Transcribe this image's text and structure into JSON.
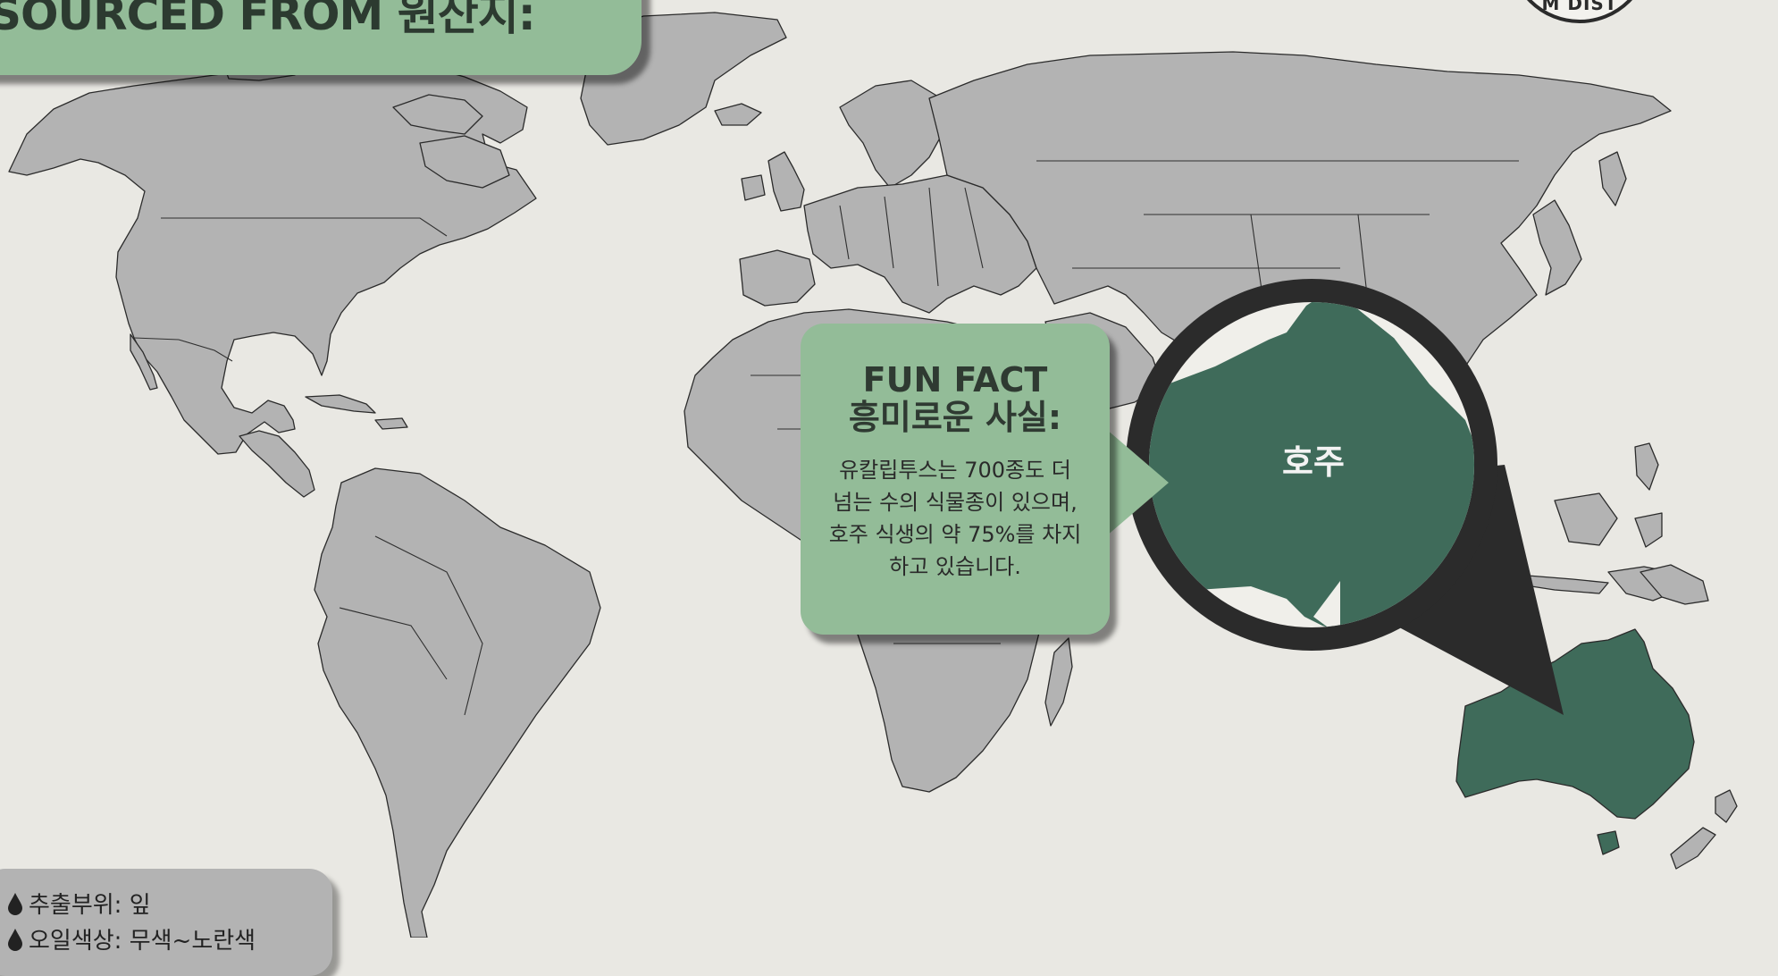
{
  "title": "SOURCED FROM 원산지:",
  "badge": {
    "text": "M DIST"
  },
  "fun_fact": {
    "title": "FUN FACT",
    "subtitle": "흥미로운 사실:",
    "body": "유칼립투스는 700종도 더 넘는 수의 식물종이 있으며, 호주 식생의 약 75%를 차지하고 있습니다."
  },
  "callout": {
    "label": "호주",
    "highlighted_region": "Australia"
  },
  "info": {
    "part_label": "추출부위: 잎",
    "color_label": "오일색상: 무색~노란색"
  },
  "colors": {
    "background": "#e9e8e3",
    "land": "#b3b3b3",
    "highlight": "#3f6b5a",
    "accent": "#93bc98",
    "dark": "#2b2b2b"
  },
  "icons": {
    "map": "world-map",
    "info_bullet": "drop-icon"
  }
}
